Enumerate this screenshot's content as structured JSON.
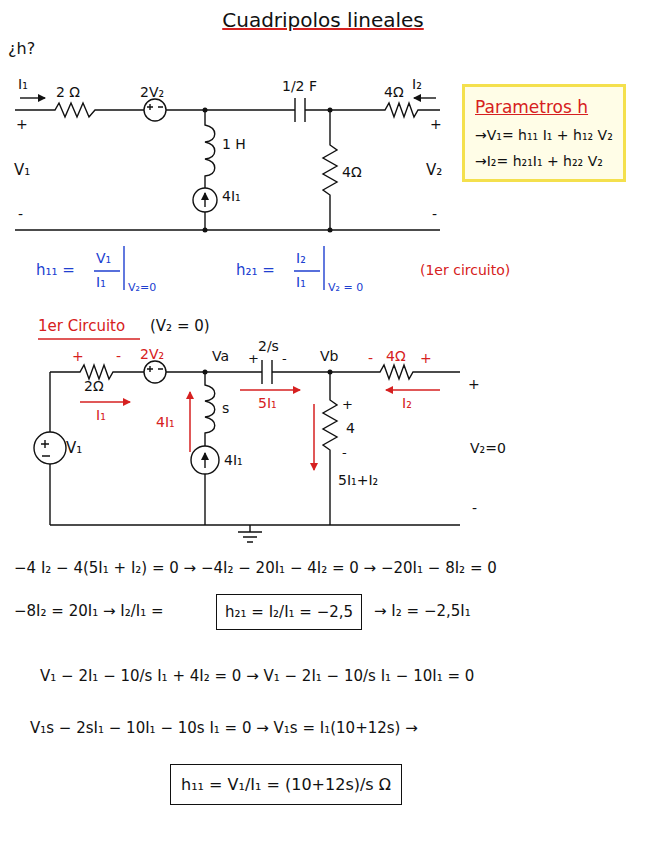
{
  "diagram": {
    "title": "Cuadripolos lineales",
    "nodes": [
      {
        "text": [
          "Parametros h",
          "→V₁= h₁₁ I₁ + h₁₂ V₂",
          "→I₂= h₂₁I₁ + h₂₂ V₂"
        ]
      },
      {
        "text": [
          "h₂₁ = I₂/I₁ = −2,5"
        ]
      },
      {
        "text": [
          "h₁₁ = V₁/I₁ = (10+12s)/s Ω"
        ]
      }
    ],
    "labels": [
      "¿h?",
      "I₁",
      "2 Ω",
      "2V₂",
      "1/2 F",
      "4Ω",
      "I₂",
      "+",
      "+",
      "V₁",
      "V₂",
      "-",
      "-",
      "1 H",
      "4Ω",
      "4I₁",
      "h₁₁ =",
      "V₁",
      "I₁",
      "V₂=0",
      "h₂₁ =",
      "I₂",
      "I₁",
      "V₂ = 0",
      "(1er circuito)",
      "1er Circuito",
      "(V₂ = 0)",
      "+",
      "2Ω",
      "-",
      "2V₂",
      "Va",
      "+",
      "2/s",
      "-",
      "Vb",
      "-",
      "4Ω",
      "+",
      "+",
      "I₁",
      "5I₁",
      "I₂",
      "V₁",
      "V₂=0",
      "-",
      "s",
      "4I₁",
      "4I₁",
      "+",
      "4",
      "-",
      "5I₁+I₂",
      "−4 I₂ − 4(5I₁ + I₂) = 0 → −4I₂ − 20I₁ − 4I₂ = 0 → −20I₁ − 8I₂ = 0",
      "−8I₂ = 20I₁ → I₂/I₁ =",
      "→ I₂ = −2,5I₁",
      "V₁ − 2I₁ − 10/s I₁ + 4I₂ = 0 → V₁ − 2I₁ − 10/s I₁ − 10I₁ = 0",
      "V₁s − 2sI₁ − 10I₁ − 10s I₁ = 0 → V₁s = I₁(10+12s) →"
    ]
  }
}
